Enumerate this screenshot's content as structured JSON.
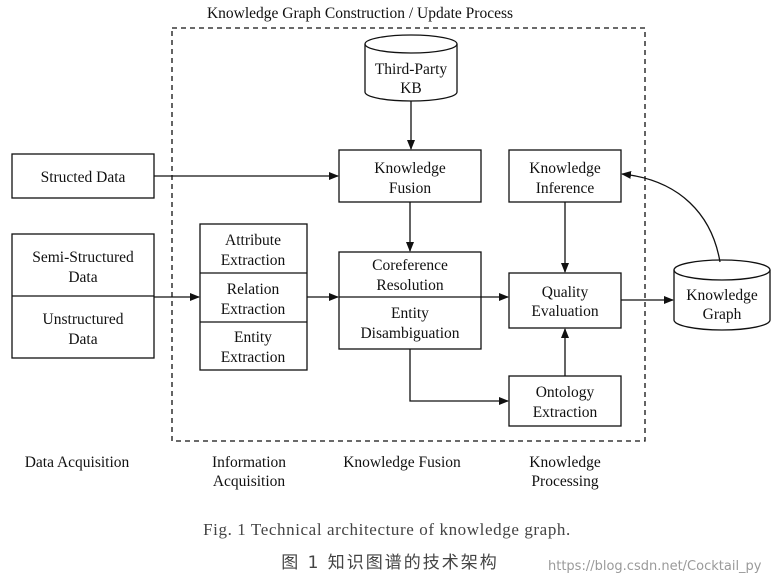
{
  "title": "Knowledge Graph Construction / Update Process",
  "nodes": {
    "third_party_kb": [
      "Third-Party",
      "KB"
    ],
    "structed_data": [
      "Structed Data"
    ],
    "semi_structured": [
      "Semi-Structured",
      "Data"
    ],
    "unstructured": [
      "Unstructured",
      "Data"
    ],
    "attribute_extraction": [
      "Attribute",
      "Extraction"
    ],
    "relation_extraction": [
      "Relation",
      "Extraction"
    ],
    "entity_extraction": [
      "Entity",
      "Extraction"
    ],
    "knowledge_fusion": [
      "Knowledge",
      "Fusion"
    ],
    "coreference_resolution": [
      "Coreference",
      "Resolution"
    ],
    "entity_disambiguation": [
      "Entity",
      "Disambiguation"
    ],
    "knowledge_inference": [
      "Knowledge",
      "Inference"
    ],
    "quality_evaluation": [
      "Quality",
      "Evaluation"
    ],
    "ontology_extraction": [
      "Ontology",
      "Extraction"
    ],
    "knowledge_graph": [
      "Knowledge",
      "Graph"
    ]
  },
  "sections": {
    "data_acquisition": [
      "Data Acquisition"
    ],
    "information_acquisition": [
      "Information",
      "Acquisition"
    ],
    "knowledge_fusion": [
      "Knowledge Fusion"
    ],
    "knowledge_processing": [
      "Knowledge",
      "Processing"
    ]
  },
  "caption_en": "Fig. 1   Technical architecture of knowledge graph.",
  "caption_cn": "图 1   知识图谱的技术架构",
  "watermark": "https://blog.csdn.net/Cocktail_py"
}
